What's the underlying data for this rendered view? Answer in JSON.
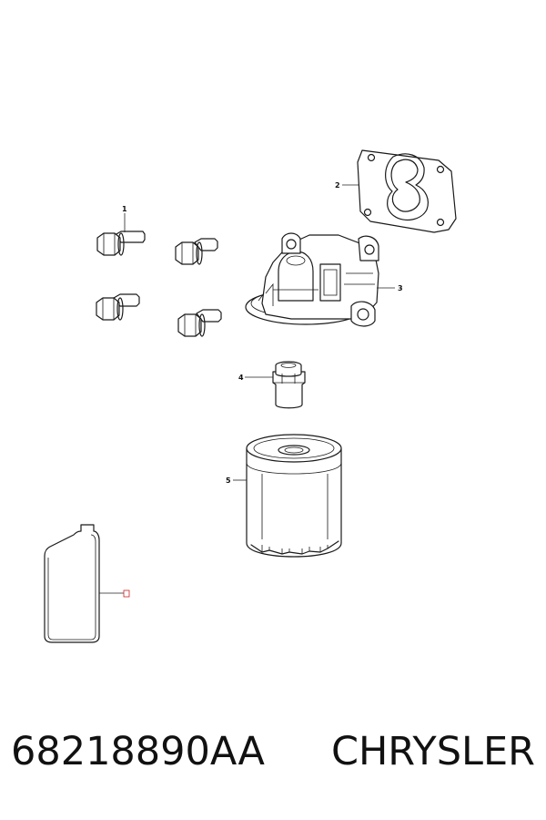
{
  "callouts": {
    "c1": "1",
    "c2": "2",
    "c3": "3",
    "c4": "4",
    "c5": "5"
  },
  "caption": {
    "part_number": "68218890AA",
    "brand": "CHRYSLER"
  }
}
